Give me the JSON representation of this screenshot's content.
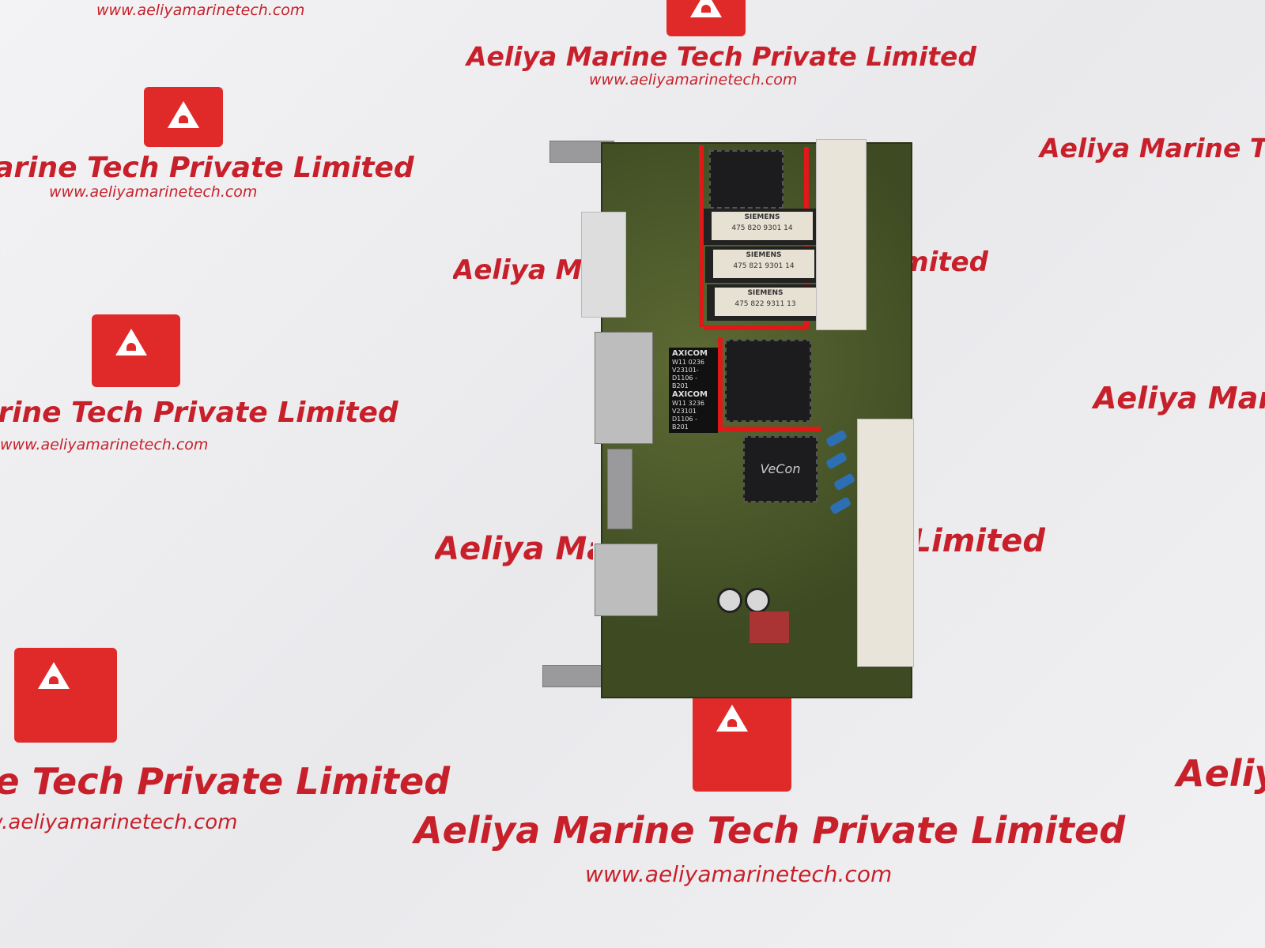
{
  "watermark": {
    "company": "Aeliya Marine Tech Private Limited",
    "url": "www.aeliyamarinetech.com",
    "brand_color": "#c8202a",
    "logo_color": "#e02a2a"
  },
  "board": {
    "eproms": [
      {
        "brand": "SIEMENS",
        "part": "475 820 9301 14"
      },
      {
        "brand": "SIEMENS",
        "part": "475 821 9301 14"
      },
      {
        "brand": "SIEMENS",
        "part": "475 822 9311 13"
      }
    ],
    "relays": [
      {
        "brand": "AXICOM",
        "line1": "W11   0236",
        "line2": "V23101-",
        "line3": "D1106 - B201"
      },
      {
        "brand": "AXICOM",
        "line1": "W11   3236",
        "line2": "V23101",
        "line3": "D1106 - B201"
      }
    ],
    "asic_label": "VeCon",
    "pcb_color": "#4a5a2a",
    "rail_color": "#e01818"
  }
}
